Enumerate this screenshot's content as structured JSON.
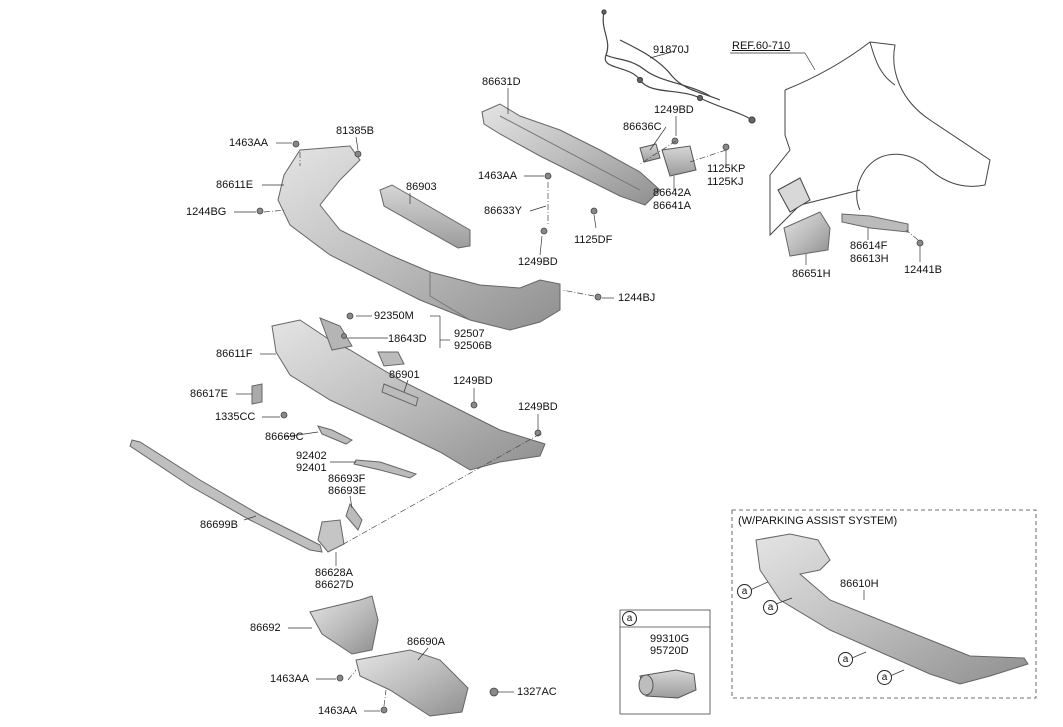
{
  "labels": {
    "p91870J": "91870J",
    "ref": "REF.60-710",
    "p86631D": "86631D",
    "p1249BD_a": "1249BD",
    "p86636C": "86636C",
    "p1125KP": "1125KP",
    "p1125KJ": "1125KJ",
    "p1463AA_a": "1463AA",
    "p81385B": "81385B",
    "p86611E": "86611E",
    "p86903": "86903",
    "p1244BG": "1244BG",
    "p1463AA_b": "1463AA",
    "p86642A": "86642A",
    "p86641A": "86641A",
    "p86633Y": "86633Y",
    "p1125DF": "1125DF",
    "p1249BD_b": "1249BD",
    "p86614F": "86614F",
    "p86613H": "86613H",
    "p86651H": "86651H",
    "p12441B": "12441B",
    "p1244BJ": "1244BJ",
    "p92350M": "92350M",
    "p92507": "92507",
    "p18643D": "18643D",
    "p92506B": "92506B",
    "p86611F": "86611F",
    "p86901": "86901",
    "p1249BD_c": "1249BD",
    "p86617E": "86617E",
    "p1249BD_d": "1249BD",
    "p1335CC": "1335CC",
    "p86669C": "86669C",
    "p92402": "92402",
    "p92401": "92401",
    "p86693F": "86693F",
    "p86693E": "86693E",
    "p86699B": "86699B",
    "p86628A": "86628A",
    "p86627D": "86627D",
    "p86692": "86692",
    "p86690A": "86690A",
    "p1463AA_c": "1463AA",
    "p1327AC": "1327AC",
    "p1463AA_d": "1463AA",
    "p99310G": "99310G",
    "p95720D": "95720D",
    "p86610H": "86610H"
  },
  "inset": {
    "title": "(W/PARKING ASSIST SYSTEM)",
    "callout": "a"
  },
  "legend_box": {
    "callout": "a"
  },
  "colors": {
    "part_fill": "#c9c9c9",
    "part_dark": "#9a9a9a",
    "line": "#333333"
  }
}
